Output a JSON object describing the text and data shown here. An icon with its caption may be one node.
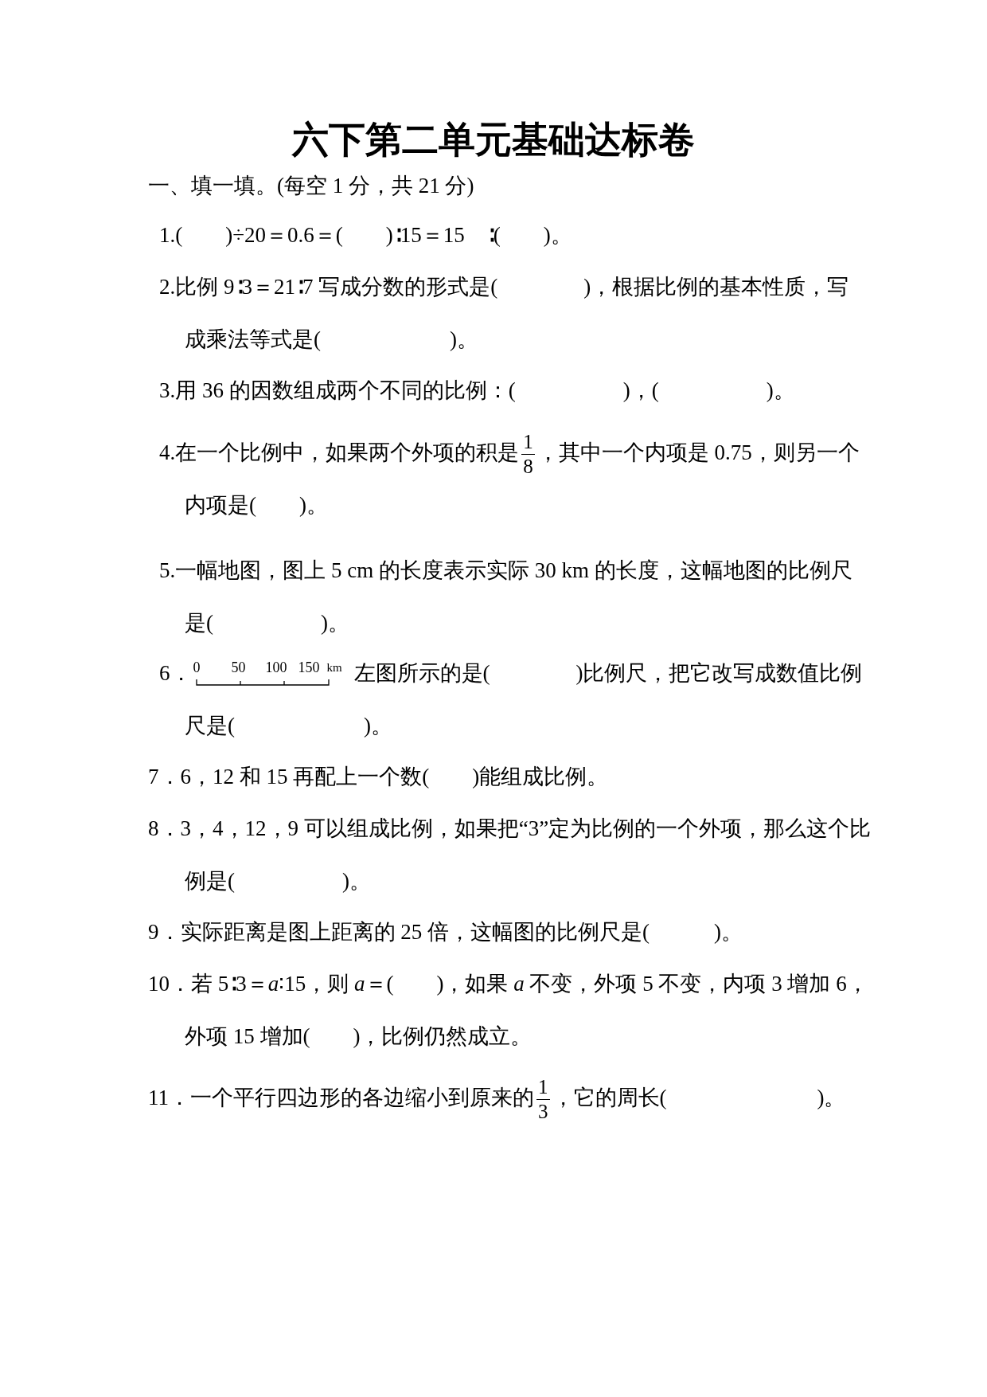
{
  "diagram": {
    "title": "六下第二单元基础达标卷",
    "labels": [
      "一、填一填。(每空 1 分，共 21 分)",
      "1.(　　)÷20＝0.6＝(　　)∶15＝15　∶(　　)。",
      "2.比例 9∶3＝21∶7 写成分数的形式是(　　　　)，根据比例的基本性质，写成乘法等式是(　　　　　　)。",
      "3.用 36 的因数组成两个不同的比例：(　　　　　)，(　　　　　)。",
      "4.在一个比例中，如果两个外项的积是",
      "1",
      "8",
      "，其中一个内项是 0.75，则另一个内项是(　　)。",
      "5.一幅地图，图上 5 cm 的长度表示实际 30 km 的长度，这幅地图的比例尺是(　　　　　)。",
      "6．",
      "0",
      "50",
      "100",
      "150",
      "km",
      "左图所示的是(　　　　)比例尺，把它改写成数值比例尺是(　　　　　　)。",
      "7．6，12 和 15 再配上一个数(　　)能组成比例。",
      "8．3，4，12，9 可以组成比例，如果把“3”定为比例的一个外项，那么这个比例是(　　　　　)。",
      "9．实际距离是图上距离的 25 倍，这幅图的比例尺是(　　　)。",
      "10．若 5∶3＝*a*∶15，则 *a*＝(　　)，如果 *a* 不变，外项 5 不变，内项 3 增加 6，外项 15 增加(　　)，比例仍然成立。",
      "11．一个平行四边形的各边缩小到原来的",
      "1",
      "3",
      "，它的周长(　　　　　　　)。"
    ]
  }
}
